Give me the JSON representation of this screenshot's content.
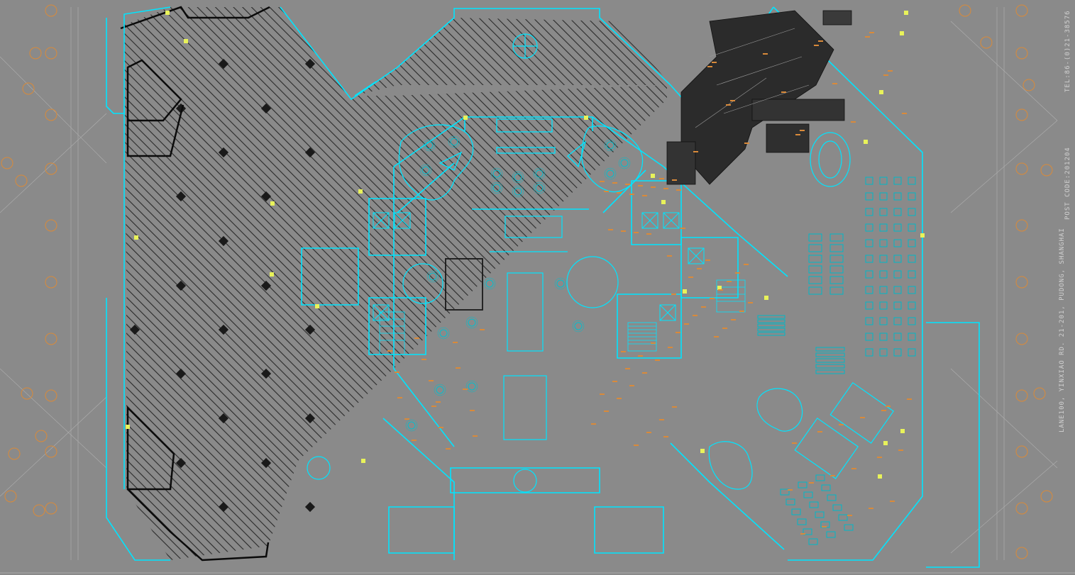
{
  "drawing": {
    "type": "architectural floor plan (CAD)",
    "background": "#8a8a8a",
    "colors": {
      "walls": "#00e5ff",
      "structure": "#000000",
      "furniture": "#00b8c8",
      "grid_bubbles": "#d98a3a",
      "highlight": "#e8f25a",
      "text": "#d8d8d8"
    }
  },
  "title_block": {
    "address_en": "LANE100, YINXIAO RD. 21-201, PUDONG, SHANGHAI",
    "post_code": "POST CODE:201204",
    "tel": "TEL:86-(0)21-38576"
  },
  "icons": [
    "grid-bubble-icon",
    "revolving-door-icon",
    "staircase-icon",
    "elevator-icon"
  ]
}
